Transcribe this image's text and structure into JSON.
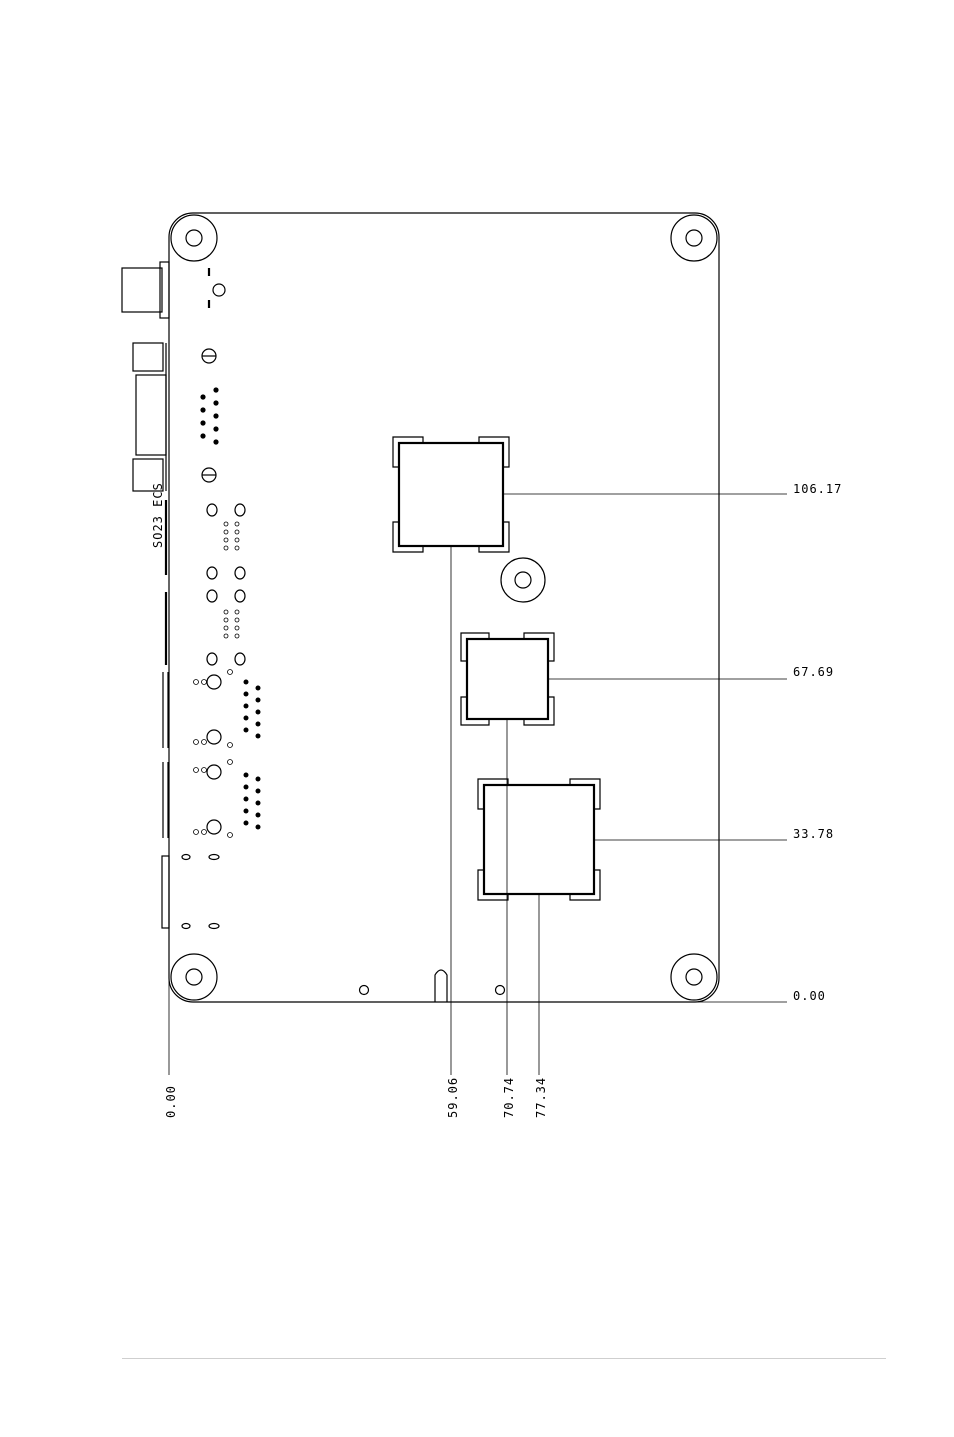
{
  "dimensions": {
    "horizontal": [
      "106.17",
      "67.69",
      "33.78",
      "0.00"
    ],
    "vertical": [
      "0.00",
      "59.06",
      "70.74",
      "77.34"
    ]
  },
  "board_label": "SO23 ECS",
  "colors": {
    "line": "#000000",
    "footer_rule": "#cfcfcf",
    "background": "#ffffff"
  }
}
